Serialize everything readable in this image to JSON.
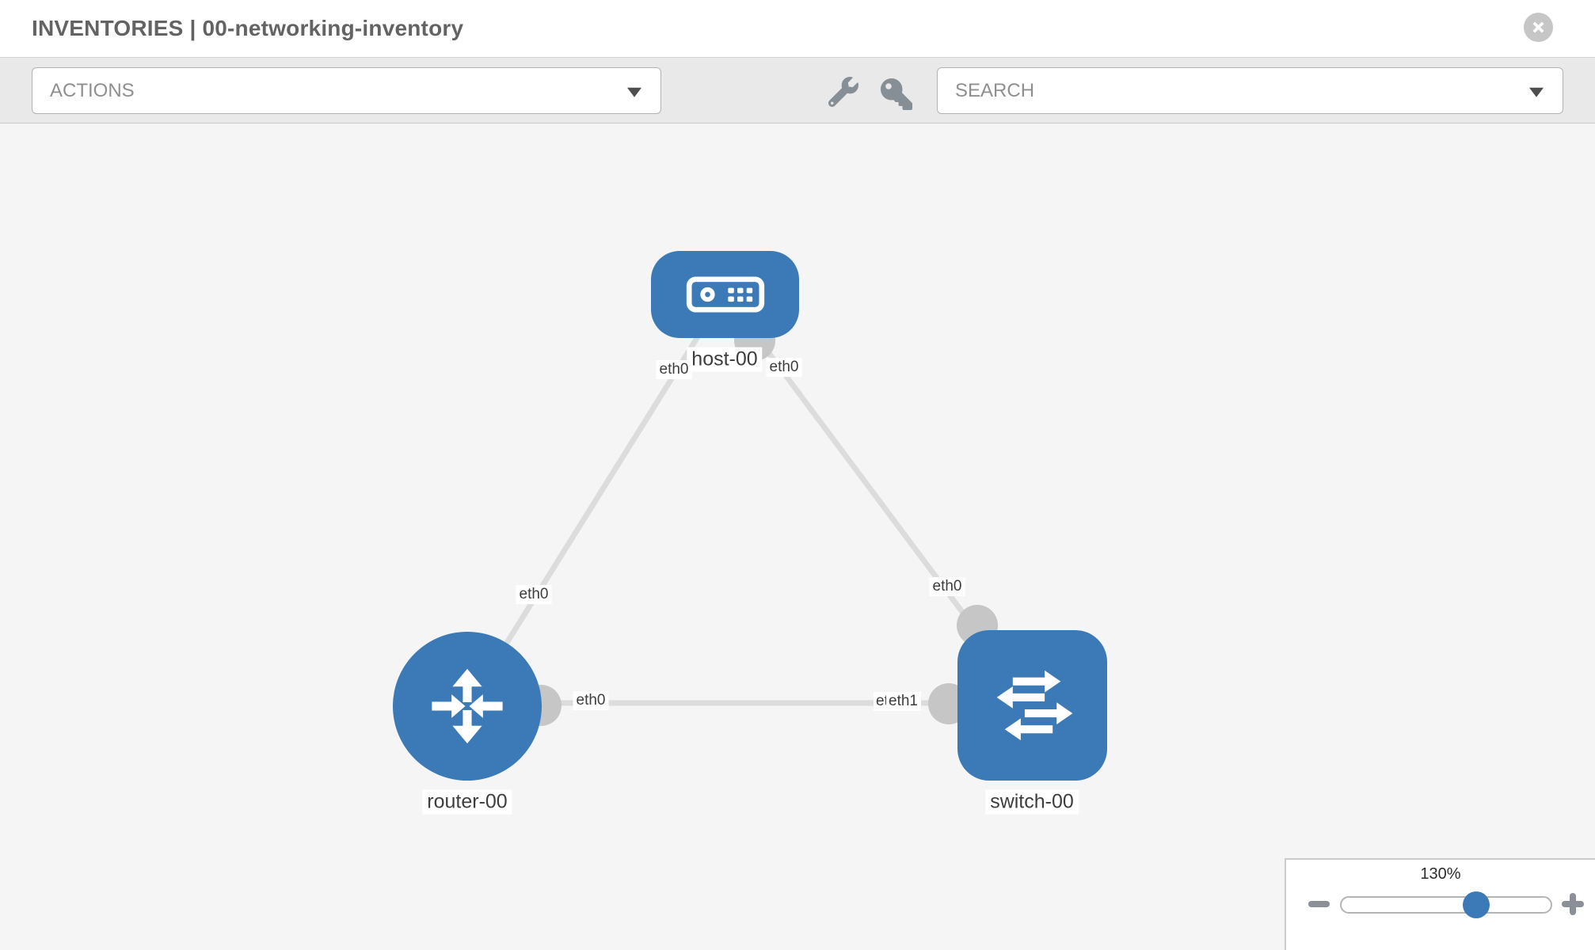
{
  "header": {
    "title": "INVENTORIES | 00-networking-inventory"
  },
  "toolbar": {
    "actions_label": "ACTIONS",
    "search_label": "SEARCH",
    "tool_icons": [
      "wrench-icon",
      "key-icon"
    ]
  },
  "topology": {
    "nodes": [
      {
        "id": "host-00",
        "type": "host",
        "label": "host-00"
      },
      {
        "id": "router-00",
        "type": "router",
        "label": "router-00"
      },
      {
        "id": "switch-00",
        "type": "switch",
        "label": "switch-00"
      }
    ],
    "links": [
      {
        "source": "host-00",
        "source_interface": "eth0",
        "target": "router-00",
        "target_interface": "eth0"
      },
      {
        "source": "host-00",
        "source_interface": "eth0",
        "target": "switch-00",
        "target_interface": "eth0"
      },
      {
        "source": "router-00",
        "source_interface": "eth0",
        "target": "switch-00",
        "target_interface": "eth1"
      }
    ],
    "labels": {
      "host": "host-00",
      "router": "router-00",
      "switch": "switch-00",
      "host_if_left": "eth0",
      "host_if_right": "eth0",
      "router_if_top": "eth0",
      "switch_if_top": "eth0",
      "router_if_right": "eth0",
      "switch_if_left_under": "eth0",
      "switch_if_left_over": "eth1"
    }
  },
  "zoom_control": {
    "level": "130%"
  },
  "colors": {
    "node_blue": "#3b7ab6",
    "link_gray": "#dcdcdc",
    "connector_gray": "#c6c6c6",
    "canvas_bg": "#f5f5f5",
    "toolbar_bg": "#e9e9e9",
    "icon_gray": "#868e96"
  }
}
